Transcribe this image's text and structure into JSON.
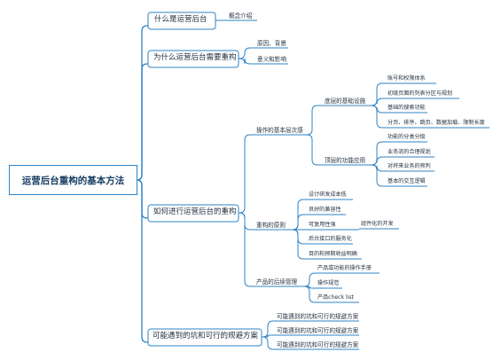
{
  "root": "运营后台重构的基本方法",
  "branches": {
    "what": {
      "label": "什么是运营后台",
      "children": [
        "概念介绍"
      ]
    },
    "why": {
      "label": "为什么运营后台需要重构",
      "children": [
        "原因、背景",
        "意义和影响"
      ]
    },
    "how": {
      "label": "如何进行运营后台的重构",
      "levels": {
        "label": "操作的基本层次感",
        "basic": {
          "label": "底层的基础设施",
          "items": [
            "账号和权限体系",
            "初级页面的列表分区与规划",
            "基础的搜索功能",
            "分页、排序、跳页、数据加载、限制长度"
          ]
        },
        "top": {
          "label": "顶层的功能应用",
          "items": [
            "功能的分类分级",
            "业务流的合理规划",
            "对将来业务的预判",
            "基本的交互逻辑"
          ]
        }
      },
      "principles": {
        "label": "重构的原则",
        "items": [
          "设计研发成本低",
          "良好的兼容性",
          "可复用性强",
          "后台接口的服务化",
          "目的和预期收益明确"
        ],
        "component": "组件化的开发"
      },
      "management": {
        "label": "产品的后续管理",
        "items": [
          "产品或功能的操作手册",
          "操作规范",
          "产品check list"
        ]
      }
    },
    "pitfalls": {
      "label": "可能遇到的坑和可行的规避方案",
      "children": [
        "可能遇到的坑和可行的规避方案",
        "可能遇到的坑和可行的规避方案",
        "可能遇到的坑和可行的规避方案"
      ]
    }
  },
  "colors": {
    "line": "#2e83c6",
    "text": "#1f2d3d",
    "root_text": "#163d63"
  }
}
